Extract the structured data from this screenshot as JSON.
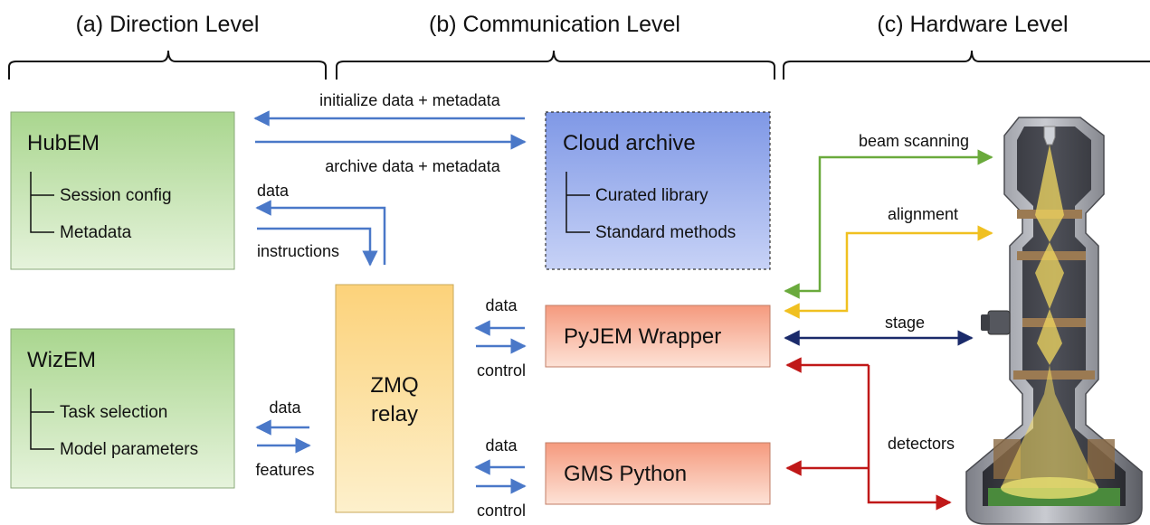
{
  "headers": {
    "direction": "(a)  Direction Level",
    "communication": "(b)  Communication Level",
    "hardware": "(c)  Hardware Level"
  },
  "hubem": {
    "title": "HubEM",
    "items": [
      "Session config",
      "Metadata"
    ]
  },
  "wizem": {
    "title": "WizEM",
    "items": [
      "Task selection",
      "Model parameters"
    ]
  },
  "cloud": {
    "title": "Cloud archive",
    "items": [
      "Curated library",
      "Standard methods"
    ]
  },
  "relay": {
    "line1": "ZMQ",
    "line2": "relay"
  },
  "pyjem": {
    "title": "PyJEM Wrapper"
  },
  "gms": {
    "title": "GMS Python"
  },
  "flows": {
    "initialize": "initialize data + metadata",
    "archive": "archive data + metadata",
    "hub_data": "data",
    "hub_instructions": "instructions",
    "wiz_data": "data",
    "wiz_features": "features",
    "pyjem_data": "data",
    "pyjem_control": "control",
    "gms_data": "data",
    "gms_control": "control"
  },
  "hardware_signals": {
    "beam": "beam scanning",
    "alignment": "alignment",
    "stage": "stage",
    "detectors": "detectors"
  },
  "colors": {
    "blue_arrow": "#4a78c8",
    "green_arrow": "#6aaa3c",
    "yellow_arrow": "#f0c020",
    "navy_arrow": "#1a2a6a",
    "red_arrow": "#c01818",
    "green_box": "#c8e6b4",
    "cloud_box": "#8ea6ea",
    "relay_box": "#fbe098",
    "salmon_box": "#f8b498"
  }
}
